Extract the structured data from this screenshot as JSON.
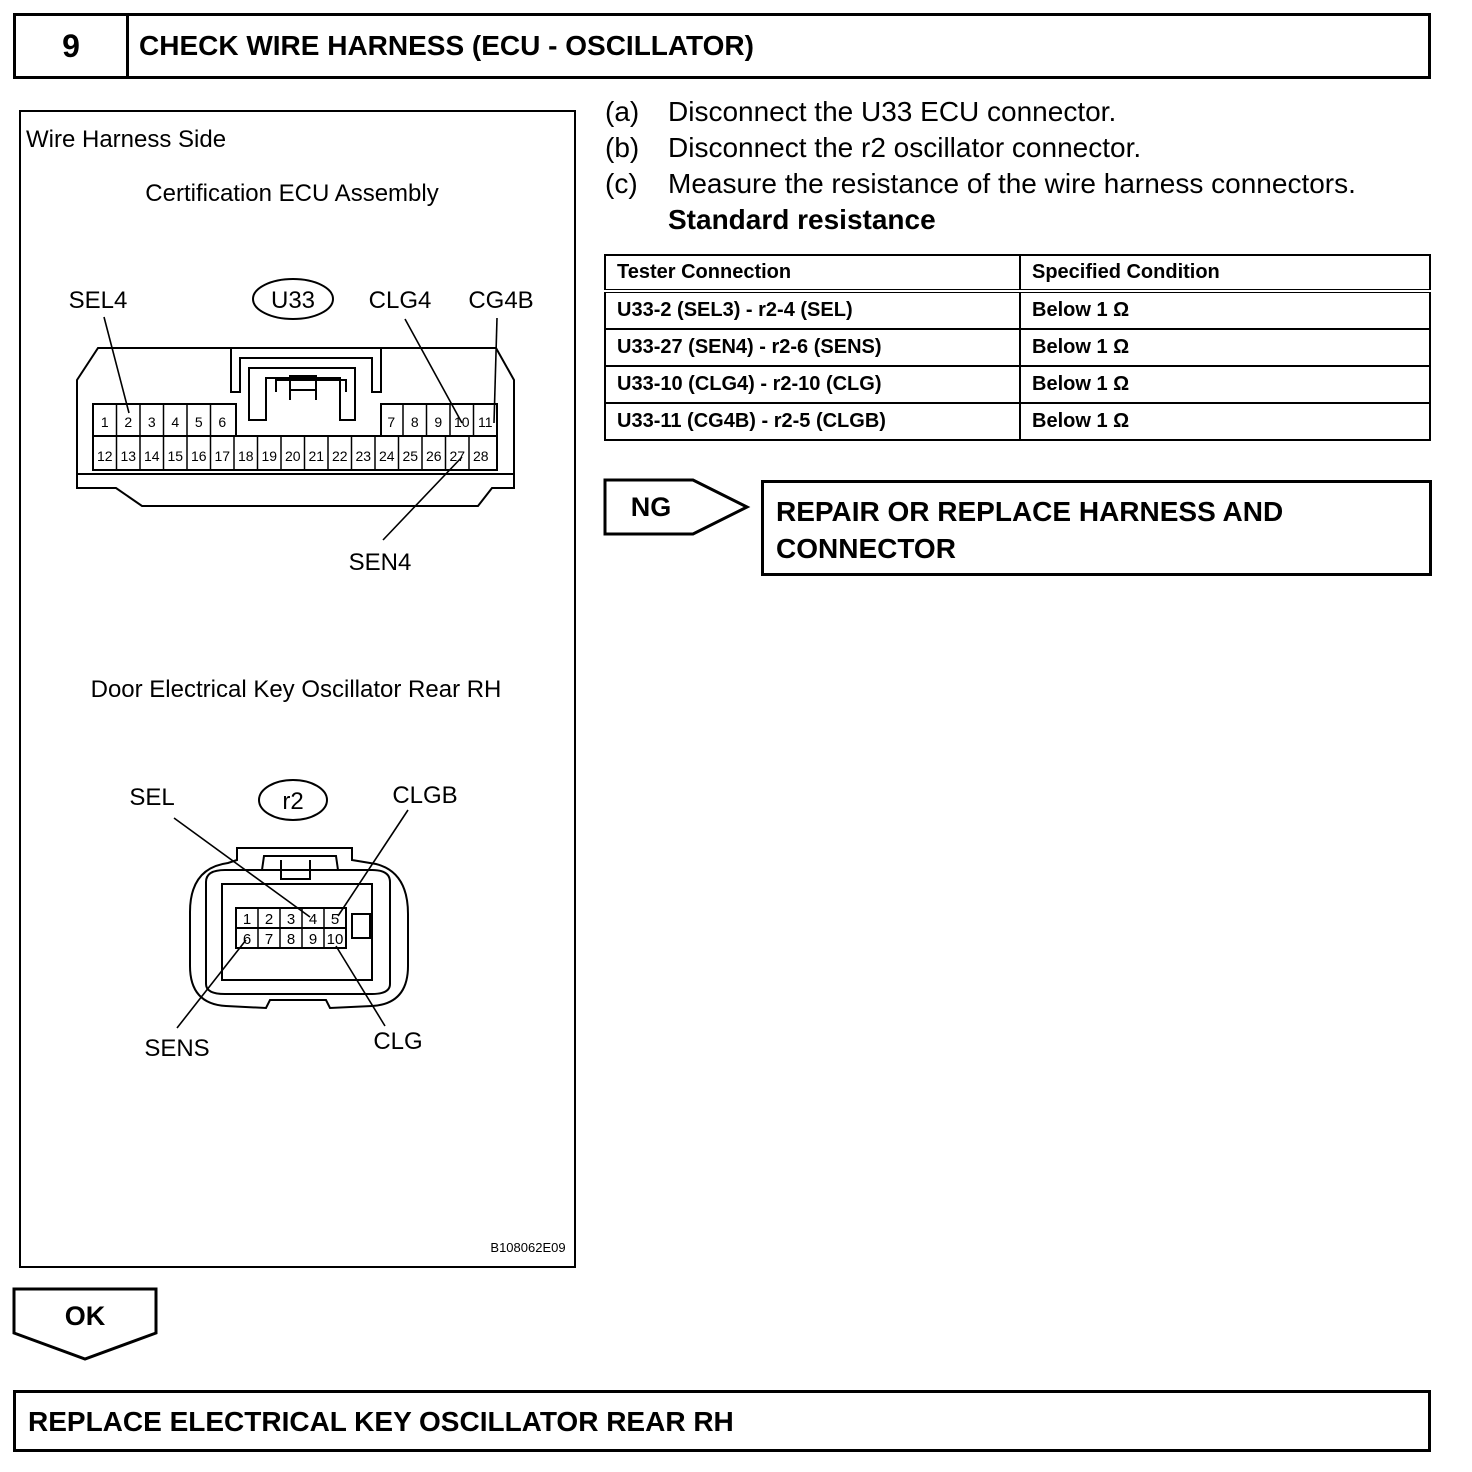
{
  "step": {
    "number": "9",
    "title": "CHECK WIRE HARNESS (ECU - OSCILLATOR)"
  },
  "figure": {
    "side_label": "Wire Harness Side",
    "ecu": {
      "title": "Certification ECU Assembly",
      "connector_id": "U33",
      "labels": {
        "sel4": "SEL4",
        "clg4": "CLG4",
        "cg4b": "CG4B",
        "sen4": "SEN4"
      },
      "pins_top_left": [
        "1",
        "2",
        "3",
        "4",
        "5",
        "6"
      ],
      "pins_top_right": [
        "7",
        "8",
        "9",
        "10",
        "11"
      ],
      "pins_bottom": [
        "12",
        "13",
        "14",
        "15",
        "16",
        "17",
        "18",
        "19",
        "20",
        "21",
        "22",
        "23",
        "24",
        "25",
        "26",
        "27",
        "28"
      ]
    },
    "oscillator": {
      "title": "Door Electrical Key Oscillator Rear RH",
      "connector_id": "r2",
      "labels": {
        "sel": "SEL",
        "clgb": "CLGB",
        "sens": "SENS",
        "clg": "CLG"
      },
      "pins_top": [
        "1",
        "2",
        "3",
        "4",
        "5"
      ],
      "pins_bottom": [
        "6",
        "7",
        "8",
        "9",
        "10"
      ]
    },
    "code": "B108062E09"
  },
  "instructions": [
    {
      "label": "(a)",
      "text": "Disconnect the U33 ECU connector."
    },
    {
      "label": "(b)",
      "text": "Disconnect the r2 oscillator connector."
    },
    {
      "label": "(c)",
      "text": "Measure the resistance of the wire harness connectors."
    }
  ],
  "standard_heading": "Standard resistance",
  "table": {
    "headers": [
      "Tester Connection",
      "Specified Condition"
    ],
    "rows": [
      [
        "U33-2 (SEL3) - r2-4 (SEL)",
        "Below 1 Ω"
      ],
      [
        "U33-27 (SEN4) - r2-6 (SENS)",
        "Below 1 Ω"
      ],
      [
        "U33-10 (CLG4) - r2-10 (CLG)",
        "Below 1 Ω"
      ],
      [
        "U33-11 (CG4B) - r2-5 (CLGB)",
        "Below 1 Ω"
      ]
    ]
  },
  "ng": {
    "label": "NG",
    "action": "REPAIR OR REPLACE HARNESS AND CONNECTOR"
  },
  "ok": {
    "label": "OK"
  },
  "final_action": "REPLACE ELECTRICAL KEY OSCILLATOR REAR RH"
}
